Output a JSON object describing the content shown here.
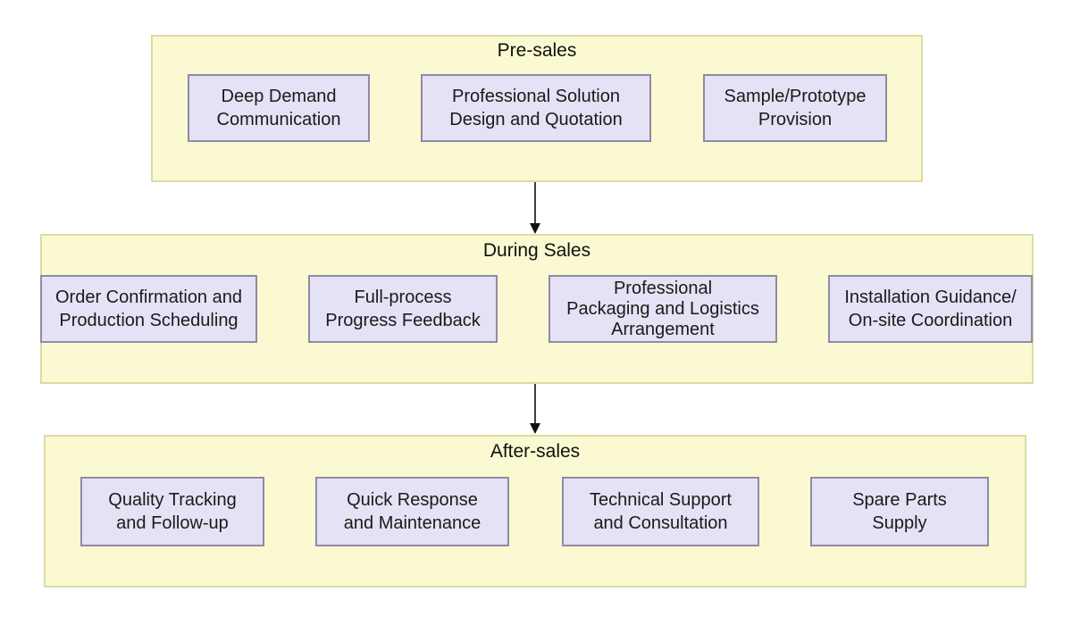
{
  "diagram": {
    "stages": [
      {
        "title": "Pre-sales",
        "steps": [
          "Deep Demand\nCommunication",
          "Professional Solution\nDesign and Quotation",
          "Sample/Prototype\nProvision"
        ]
      },
      {
        "title": "During Sales",
        "steps": [
          "Order Confirmation and\nProduction Scheduling",
          "Full-process\nProgress Feedback",
          "Professional\nPackaging and Logistics\nArrangement",
          "Installation Guidance/\nOn-site Coordination"
        ]
      },
      {
        "title": "After-sales",
        "steps": [
          "Quality Tracking\nand Follow-up",
          "Quick Response\nand Maintenance",
          "Technical Support\nand Consultation",
          "Spare Parts\nSupply"
        ]
      }
    ],
    "colors": {
      "stage_fill": "#fbf9d1",
      "stage_border": "#dcdba3",
      "step_fill": "#e5e2f6",
      "step_border": "#8f8aa6",
      "arrow": "#111111"
    }
  }
}
